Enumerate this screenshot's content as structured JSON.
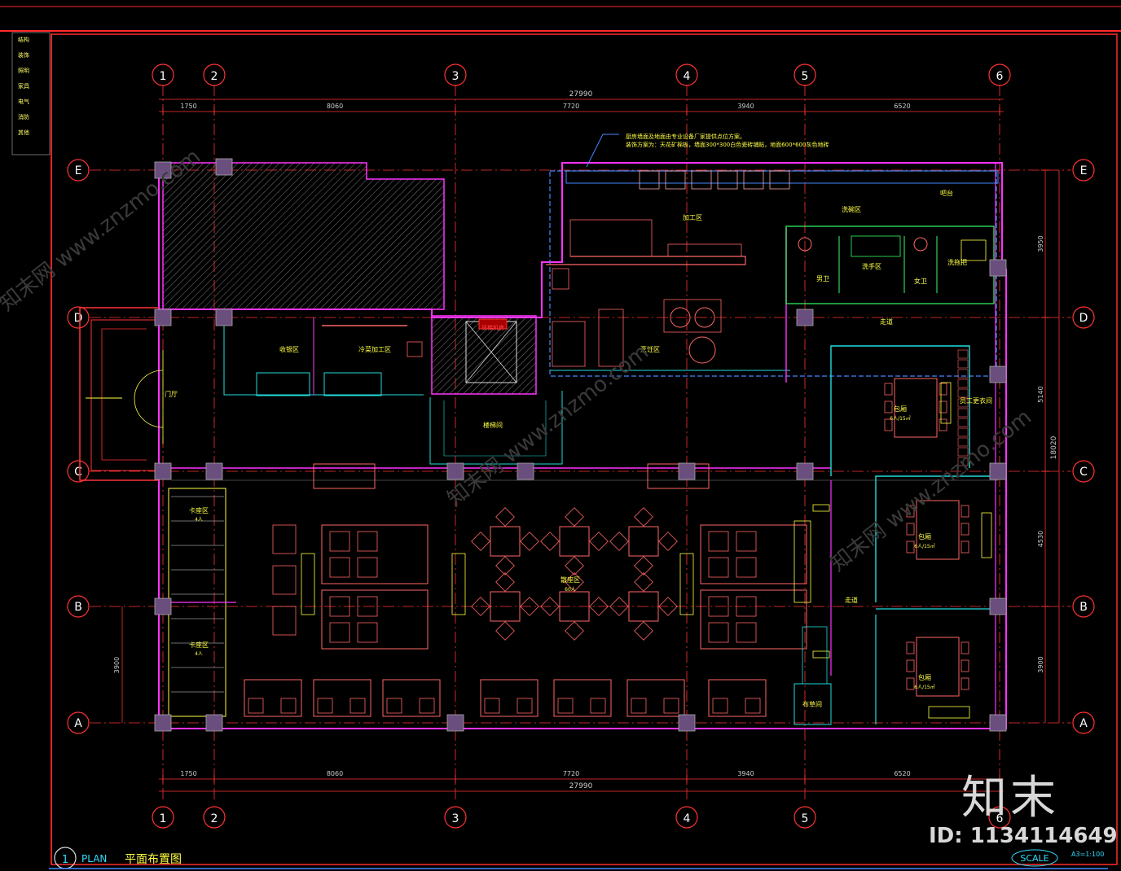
{
  "colors": {
    "bg": "#000000",
    "frame": "#ff2a2a",
    "axis": "#ff3333",
    "wall": "#ff33ff",
    "partition": "#22dddd",
    "kitchen": "#4488ff",
    "furniture": "#ff6666",
    "yellow": "#ffff44",
    "column": "#6a4e7e",
    "dim": "#cccccc",
    "green": "#33ff66"
  },
  "legend": [
    "结构",
    "装饰",
    "照明",
    "家具",
    "电气",
    "消防",
    "其他"
  ],
  "grid": {
    "columns": [
      "1",
      "2",
      "3",
      "4",
      "5",
      "6"
    ],
    "rows": [
      "E",
      "D",
      "C",
      "B",
      "A"
    ]
  },
  "dimensions": {
    "total_top": "27990",
    "total_bottom": "27990",
    "segments_top": [
      "1750",
      "8060",
      "7720",
      "3940",
      "6520"
    ],
    "segments_bottom": [
      "1750",
      "8060",
      "7720",
      "3940",
      "6520"
    ],
    "right_side": [
      "3950",
      "5140",
      "4530",
      "3900"
    ],
    "right_total": "18020",
    "left_side": "3900"
  },
  "notes": {
    "line1": "厨房墙面及地面由专业设备厂家提供点位方案。",
    "line2": "装饰方案为：天花矿棉板，墙面300*300白色瓷砖铺贴，地面600*600灰色地砖"
  },
  "rooms": {
    "processing": "加工区",
    "washing": "洗碗区",
    "drinks": "吧台",
    "male_wc": "男卫",
    "female_wc": "女卫",
    "wash_room": "洗手区",
    "mop_pool": "洗拖把",
    "cooking": "烹饪区",
    "lobby": "门厅",
    "cashier": "收银区",
    "cold_dish": "冷菜加工区",
    "elevator": "货梯机房",
    "corridor_d": "走道",
    "private_room_1": "包厢",
    "private_room_1_cap": "6人/15㎡",
    "staff": "员工更衣间",
    "private_room_2": "包厢",
    "private_room_2_cap": "6人/15㎡",
    "private_room_3": "包厢",
    "private_room_3_cap": "6人/15㎡",
    "corridor": "走道",
    "booth_1": "卡座区",
    "booth_1_cap": "4人",
    "booth_2": "卡座区",
    "booth_2_cap": "4人",
    "dining": "散座区",
    "dining_cap": "60人",
    "stair": "楼梯间",
    "storage": "布草间"
  },
  "title": {
    "number": "1",
    "plan": "PLAN",
    "name": "平面布置图",
    "scale_label": "SCALE",
    "scale_value": "A3=1:100"
  },
  "watermark": {
    "brand": "知末",
    "id": "ID: 1134114649",
    "text": "知末网 www.znzmo.com"
  }
}
